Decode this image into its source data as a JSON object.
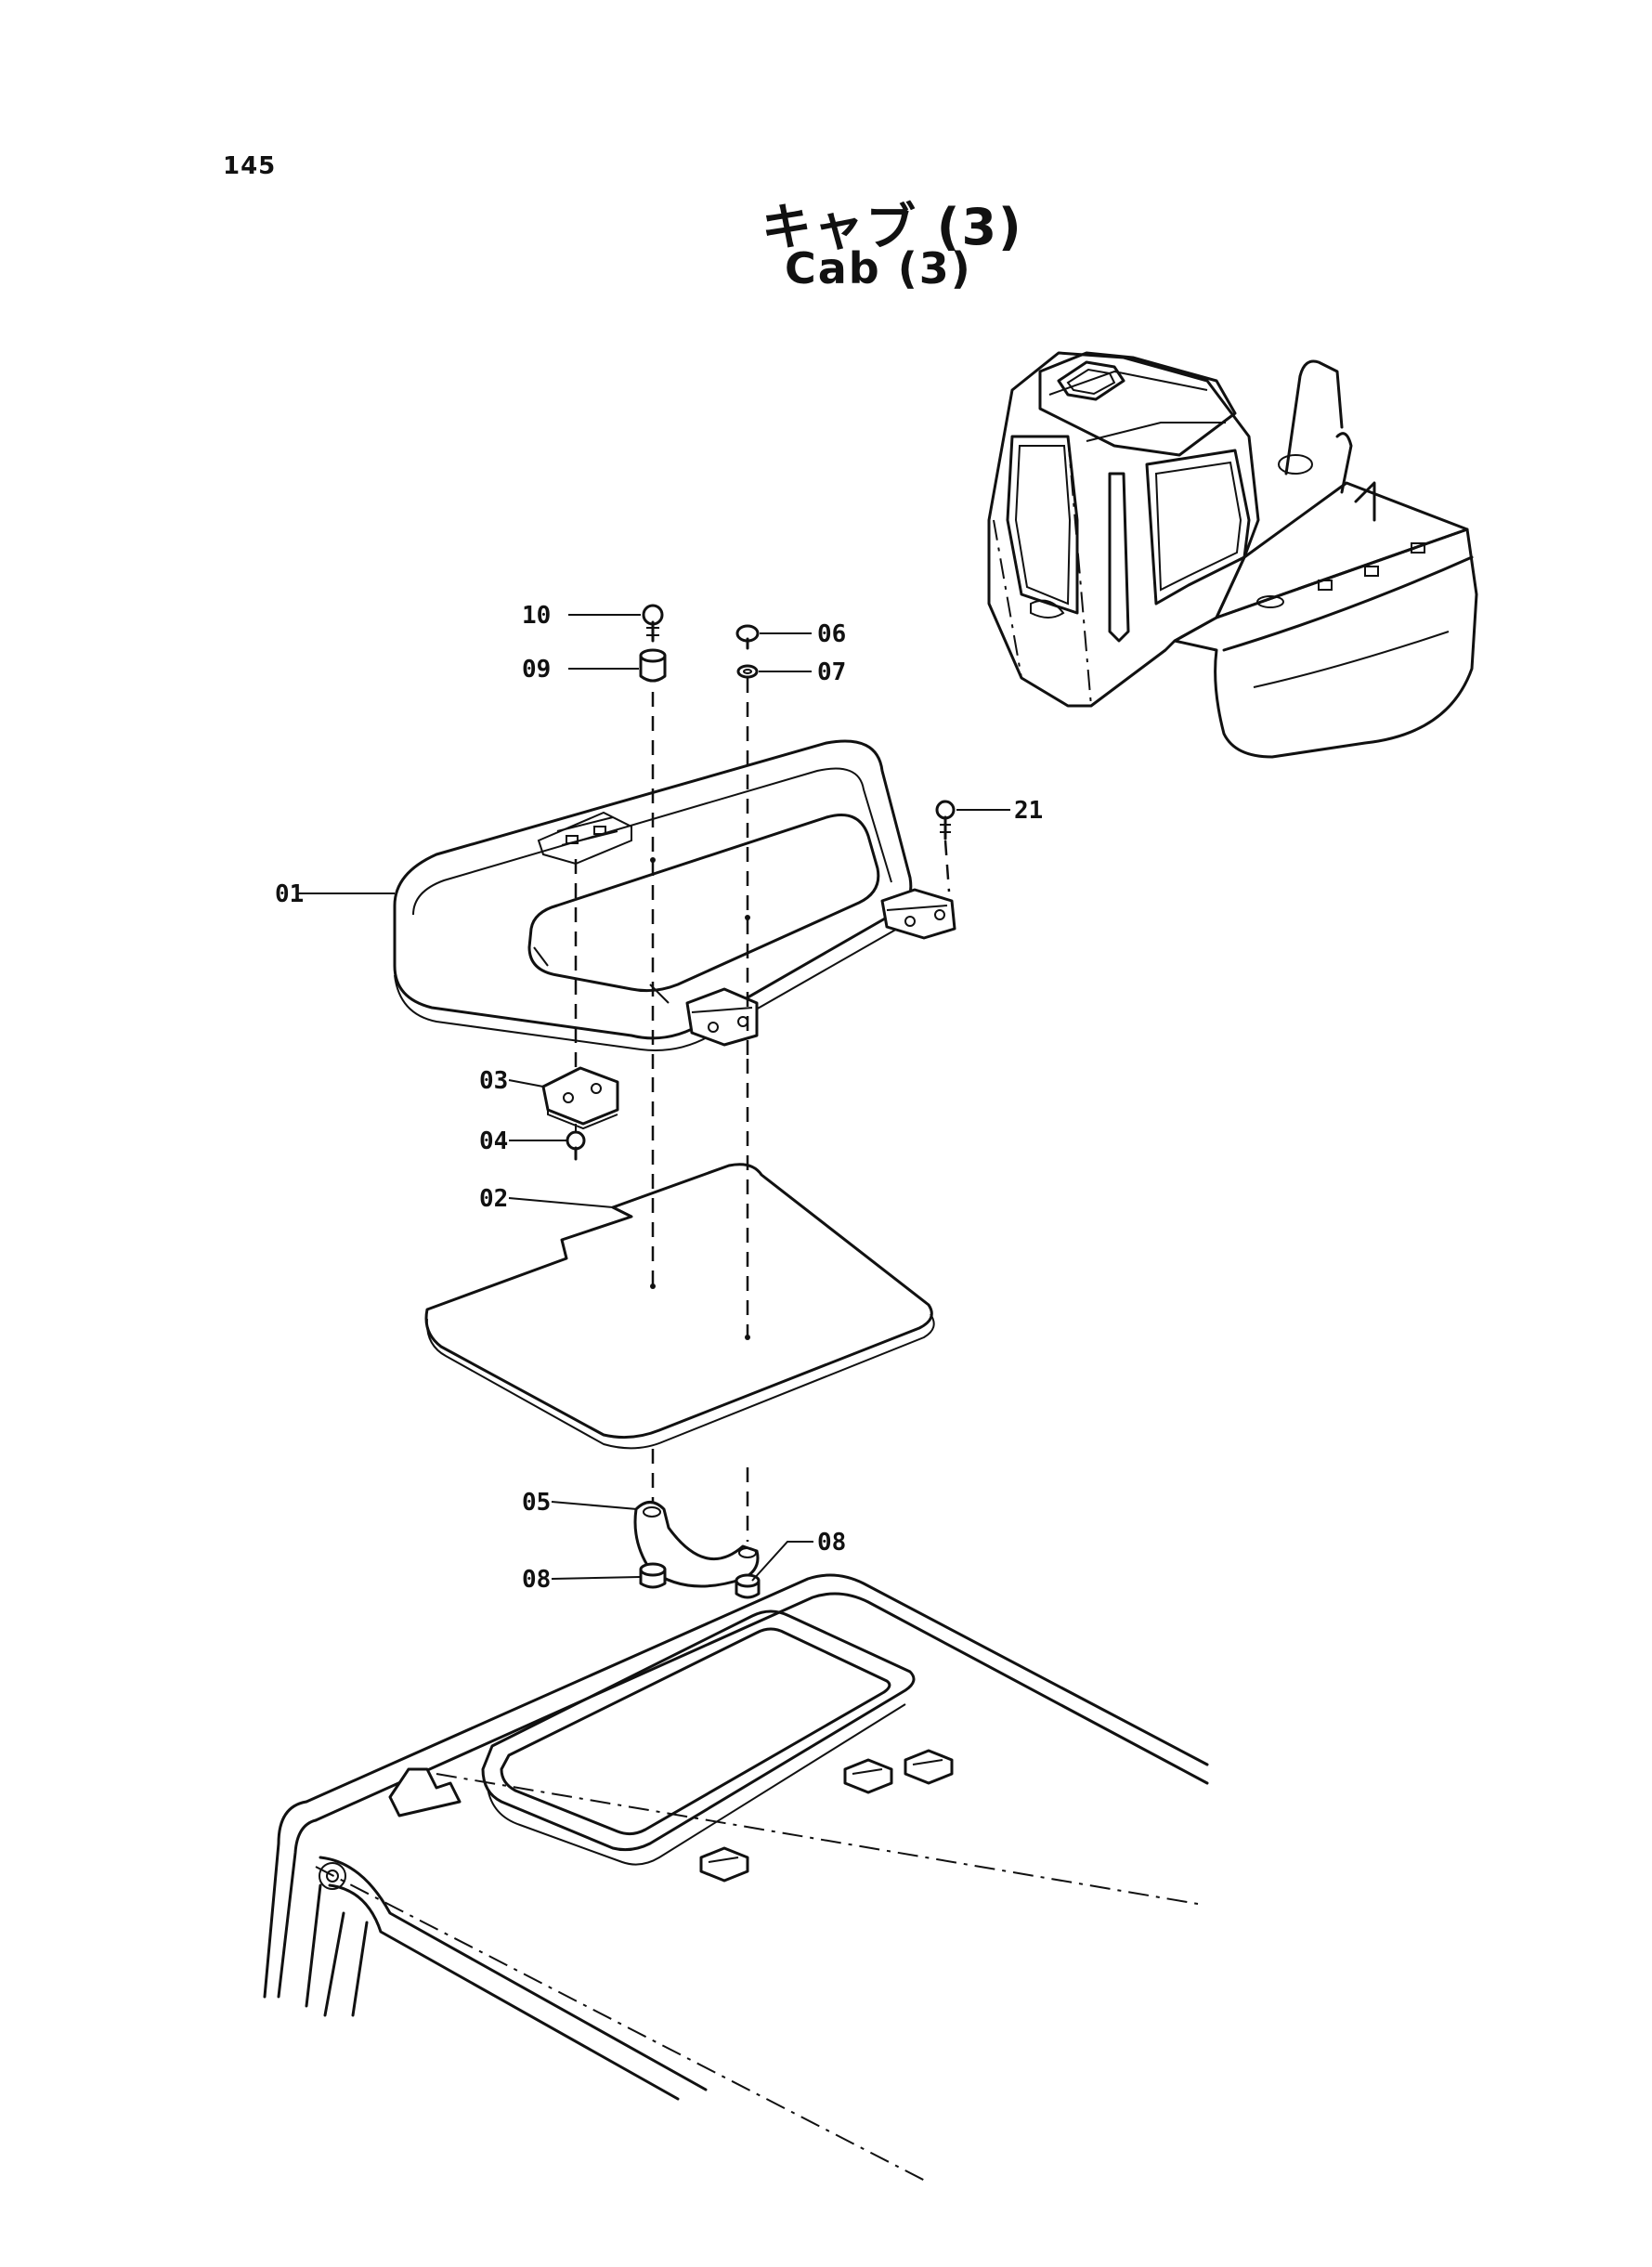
{
  "page_number": "145",
  "title_ja": "キャブ (3)",
  "title_en": "Cab (3)",
  "callouts": [
    {
      "id": "10",
      "label": "10"
    },
    {
      "id": "09",
      "label": "09"
    },
    {
      "id": "06",
      "label": "06"
    },
    {
      "id": "07",
      "label": "07"
    },
    {
      "id": "21",
      "label": "21"
    },
    {
      "id": "01",
      "label": "01"
    },
    {
      "id": "03",
      "label": "03"
    },
    {
      "id": "04",
      "label": "04"
    },
    {
      "id": "02",
      "label": "02"
    },
    {
      "id": "05",
      "label": "05"
    },
    {
      "id": "08a",
      "label": "08"
    },
    {
      "id": "08b",
      "label": "08"
    }
  ]
}
